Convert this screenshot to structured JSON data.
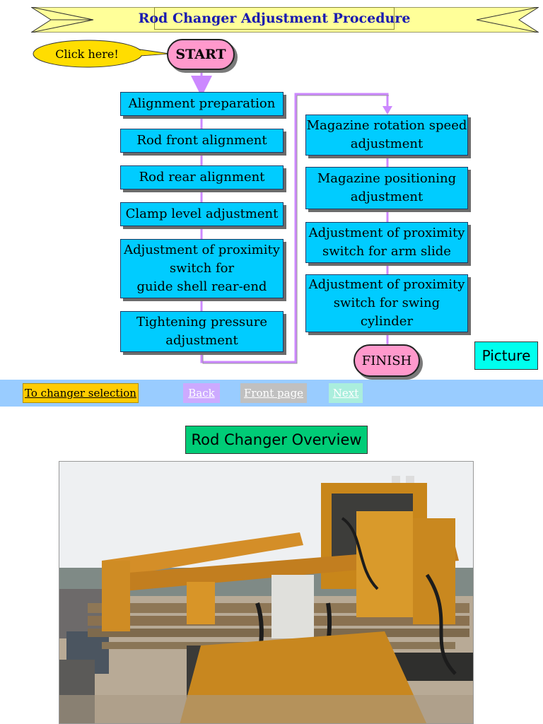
{
  "header": {
    "title": "Rod Changer Adjustment Procedure"
  },
  "callout": {
    "label": "Click here!"
  },
  "start": {
    "label": "START"
  },
  "finish": {
    "label": "FINISH"
  },
  "steps_left": [
    {
      "lines": [
        "Alignment preparation"
      ]
    },
    {
      "lines": [
        "Rod front alignment"
      ]
    },
    {
      "lines": [
        "Rod rear alignment"
      ]
    },
    {
      "lines": [
        "Clamp level adjustment"
      ]
    },
    {
      "lines": [
        "Adjustment of proximity",
        "switch for",
        "guide shell rear-end"
      ]
    },
    {
      "lines": [
        "Tightening pressure",
        "adjustment"
      ]
    }
  ],
  "steps_right": [
    {
      "lines": [
        "Magazine rotation speed",
        "adjustment"
      ]
    },
    {
      "lines": [
        "Magazine positioning",
        "adjustment"
      ]
    },
    {
      "lines": [
        "Adjustment of proximity",
        "switch for arm slide"
      ]
    },
    {
      "lines": [
        "Adjustment of proximity",
        "switch for swing",
        "cylinder"
      ]
    }
  ],
  "picture_button": {
    "label": "Picture"
  },
  "nav": {
    "changer_selection": "To changer selection",
    "back": "Back",
    "front_page": "Front page",
    "next": "Next"
  },
  "overview": {
    "title": "Rod Changer Overview"
  },
  "colors": {
    "box": "#00ccff",
    "pill": "#ff99cc",
    "connector": "#cc88ff",
    "navbar": "#99ccff",
    "callout": "#ffdd00"
  }
}
